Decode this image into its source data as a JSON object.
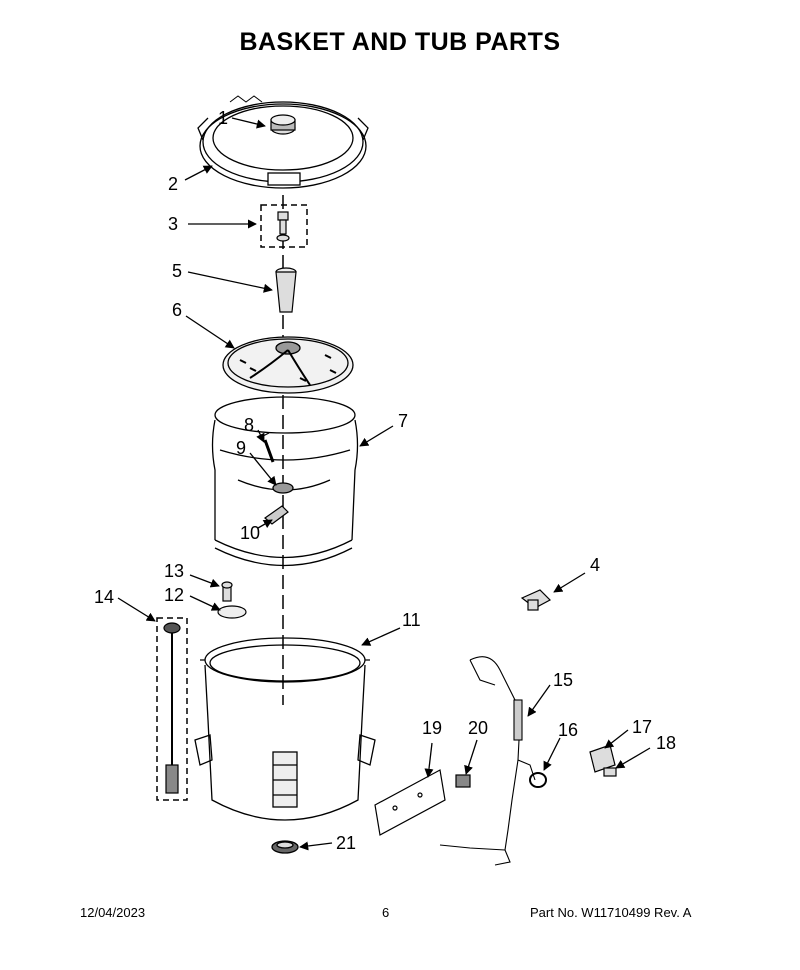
{
  "title": "BASKET AND TUB PARTS",
  "callouts": [
    "1",
    "2",
    "3",
    "4",
    "5",
    "6",
    "7",
    "8",
    "9",
    "10",
    "11",
    "12",
    "13",
    "14",
    "15",
    "16",
    "17",
    "18",
    "19",
    "20",
    "21"
  ],
  "footer": {
    "date": "12/04/2023",
    "page": "6",
    "part_no": "Part No.  W11710499  Rev.  A"
  }
}
